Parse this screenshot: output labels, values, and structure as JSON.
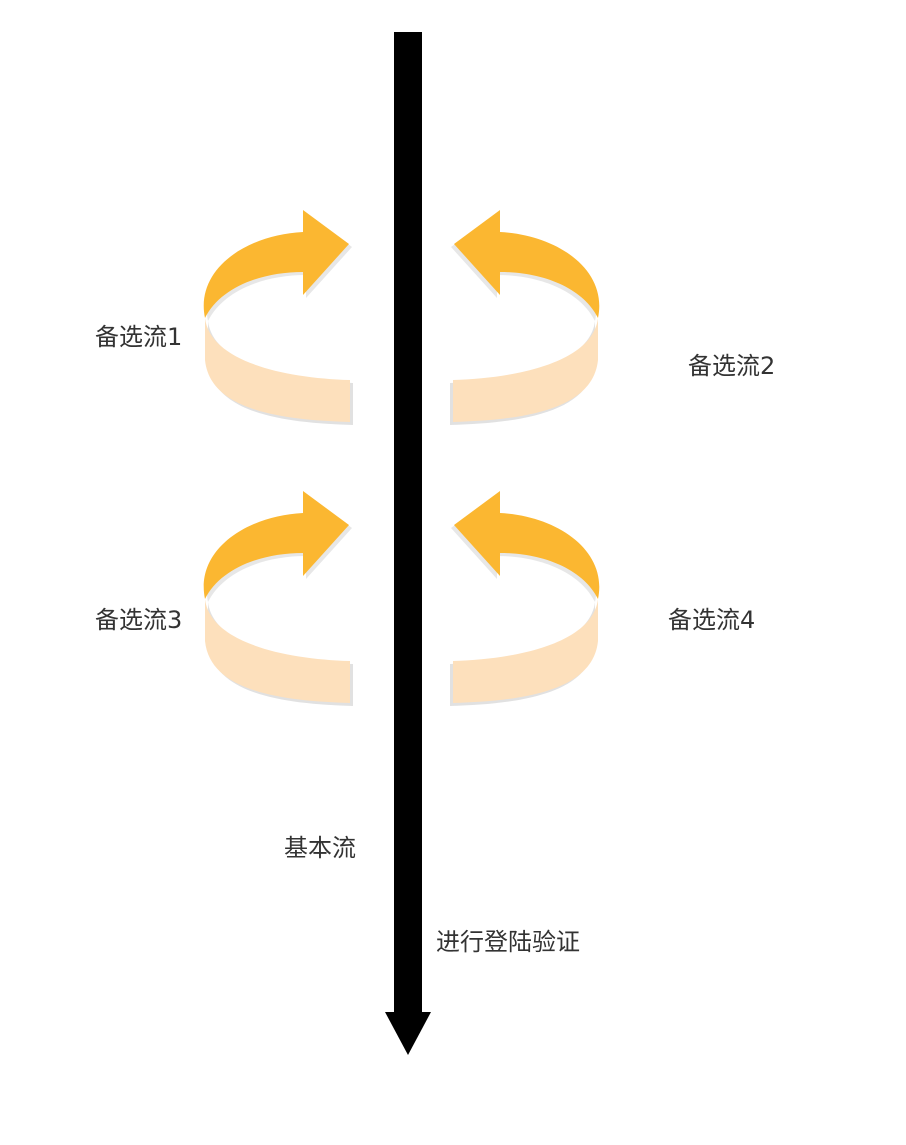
{
  "colors": {
    "main_flow": "#000000",
    "arrow_head": "#fbb731",
    "arrow_tail": "#fde0bc",
    "text": "#333333"
  },
  "labels": {
    "alt_flow_1": "备选流1",
    "alt_flow_2": "备选流2",
    "alt_flow_3": "备选流3",
    "alt_flow_4": "备选流4",
    "basic_flow": "基本流",
    "step": "进行登陆验证"
  }
}
